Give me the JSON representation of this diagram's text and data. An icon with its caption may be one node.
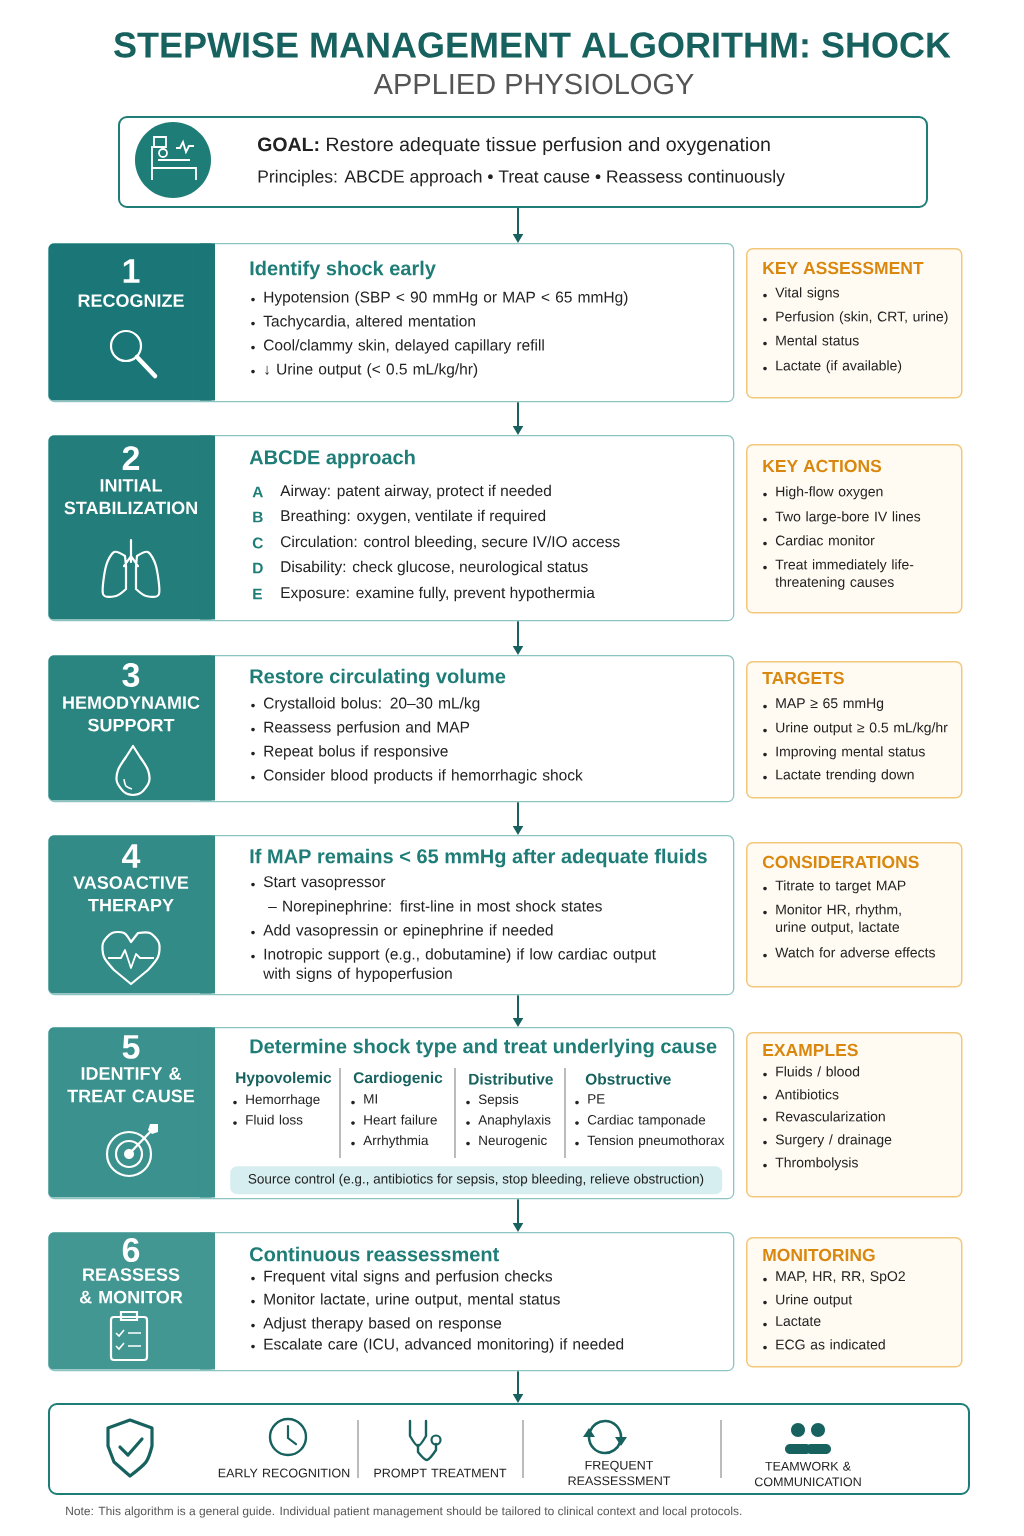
{
  "diagram": {
    "title": "STEPWISE MANAGEMENT ALGORITHM: SHOCK",
    "caption": "Note: This algorithm is a general guide. Individual patient management should be tailored to clinical context and local protocols.",
    "labels": [
      "APPLIED PHYSIOLOGY"
    ],
    "nodes": [
      {
        "text": [
          "**GOAL:** Restore adequate tissue perfusion and oxygenation",
          "Principles:  ABCDE approach  •  Treat cause  •  Reassess continuously"
        ]
      },
      {
        "text": [
          "1",
          "RECOGNIZE",
          "Identify shock early",
          "Hypotension (SBP < 90 mmHg or MAP < 65 mmHg)",
          "Tachycardia, altered mentation",
          "Cool/clammy skin, delayed capillary refill",
          "↓ Urine output (< 0.5 mL/kg/hr)"
        ]
      },
      {
        "text": [
          "KEY ASSESSMENT",
          "Vital signs",
          "Perfusion (skin, CRT, urine)",
          "Mental status",
          "Lactate (if available)"
        ]
      },
      {
        "text": [
          "2",
          "INITIAL STABILIZATION",
          "ABCDE approach",
          "A",
          "Airway: patent airway, protect if needed",
          "B",
          "Breathing: oxygen, ventilate if required",
          "C",
          "Circulation: control bleeding, secure IV/IO access",
          "D",
          "Disability: check glucose, neurological status",
          "E",
          "Exposure: examine fully, prevent hypothermia"
        ]
      },
      {
        "text": [
          "KEY ACTIONS",
          "High-flow oxygen",
          "Two large-bore IV lines",
          "Cardiac monitor",
          "Treat immediately life-threatening causes"
        ]
      },
      {
        "text": [
          "3",
          "HEMODYNAMIC SUPPORT",
          "Restore circulating volume",
          "Crystalloid bolus: 20–30 mL/kg",
          "Reassess perfusion and MAP",
          "Repeat bolus if responsive",
          "Consider blood products if hemorrhagic shock"
        ]
      },
      {
        "text": [
          "TARGETS",
          "MAP ≥ 65 mmHg",
          "Urine output ≥ 0.5 mL/kg/hr",
          "Improving mental status",
          "Lactate trending down"
        ]
      },
      {
        "text": [
          "4",
          "VASOACTIVE THERAPY",
          "If MAP remains < 65 mmHg after adequate fluids",
          "Start vasopressor",
          "– Norepinephrine: first-line in most shock states",
          "Add vasopressin or epinephrine if needed",
          "Inotropic support (e.g., dobutamine) if low cardiac output with signs of hypoperfusion"
        ]
      },
      {
        "text": [
          "CONSIDERATIONS",
          "Titrate to target MAP",
          "Monitor HR, rhythm, urine output, lactate",
          "Watch for adverse effects"
        ]
      },
      {
        "text": [
          "5",
          "IDENTIFY & TREAT CAUSE",
          "Determine shock type and treat underlying cause",
          "Hypovolemic",
          "Hemorrhage",
          "Fluid loss",
          "Cardiogenic",
          "MI",
          "Heart failure",
          "Arrhythmia",
          "Distributive",
          "Sepsis",
          "Anaphylaxis",
          "Neurogenic",
          "Obstructive",
          "PE",
          "Cardiac tamponade",
          "Tension pneumothorax"
        ]
      },
      {
        "text": [
          "Source control (e.g., antibiotics for sepsis, stop bleeding, relieve obstruction)"
        ],
        "in": 9
      },
      {
        "text": [
          "EXAMPLES",
          "Fluids / blood",
          "Antibiotics",
          "Revascularization",
          "Surgery / drainage",
          "Thrombolysis"
        ]
      },
      {
        "text": [
          "6",
          "REASSESS & MONITOR",
          "Continuous reassessment",
          "Frequent vital signs and perfusion checks",
          "Monitor lactate, urine output, mental status",
          "Adjust therapy based on response",
          "Escalate care (ICU, advanced monitoring) if needed"
        ]
      },
      {
        "text": [
          "MONITORING",
          "MAP, HR, RR, SpO2",
          "Urine output",
          "Lactate",
          "ECG as indicated"
        ]
      },
      {
        "text": [
          "EARLY RECOGNITION",
          "PROMPT TREATMENT",
          "FREQUENT REASSESSMENT",
          "TEAMWORK & COMMUNICATION"
        ]
      }
    ],
    "edges": [
      {
        "from": 0,
        "to": 1,
        "arrow": "to"
      },
      {
        "from": 1,
        "to": 3,
        "arrow": "to"
      },
      {
        "from": 3,
        "to": 5,
        "arrow": "to"
      },
      {
        "from": 5,
        "to": 7,
        "arrow": "to"
      },
      {
        "from": 7,
        "to": 9,
        "arrow": "to"
      },
      {
        "from": 9,
        "to": 12,
        "arrow": "to"
      },
      {
        "from": 12,
        "to": 14,
        "arrow": "to"
      }
    ]
  }
}
